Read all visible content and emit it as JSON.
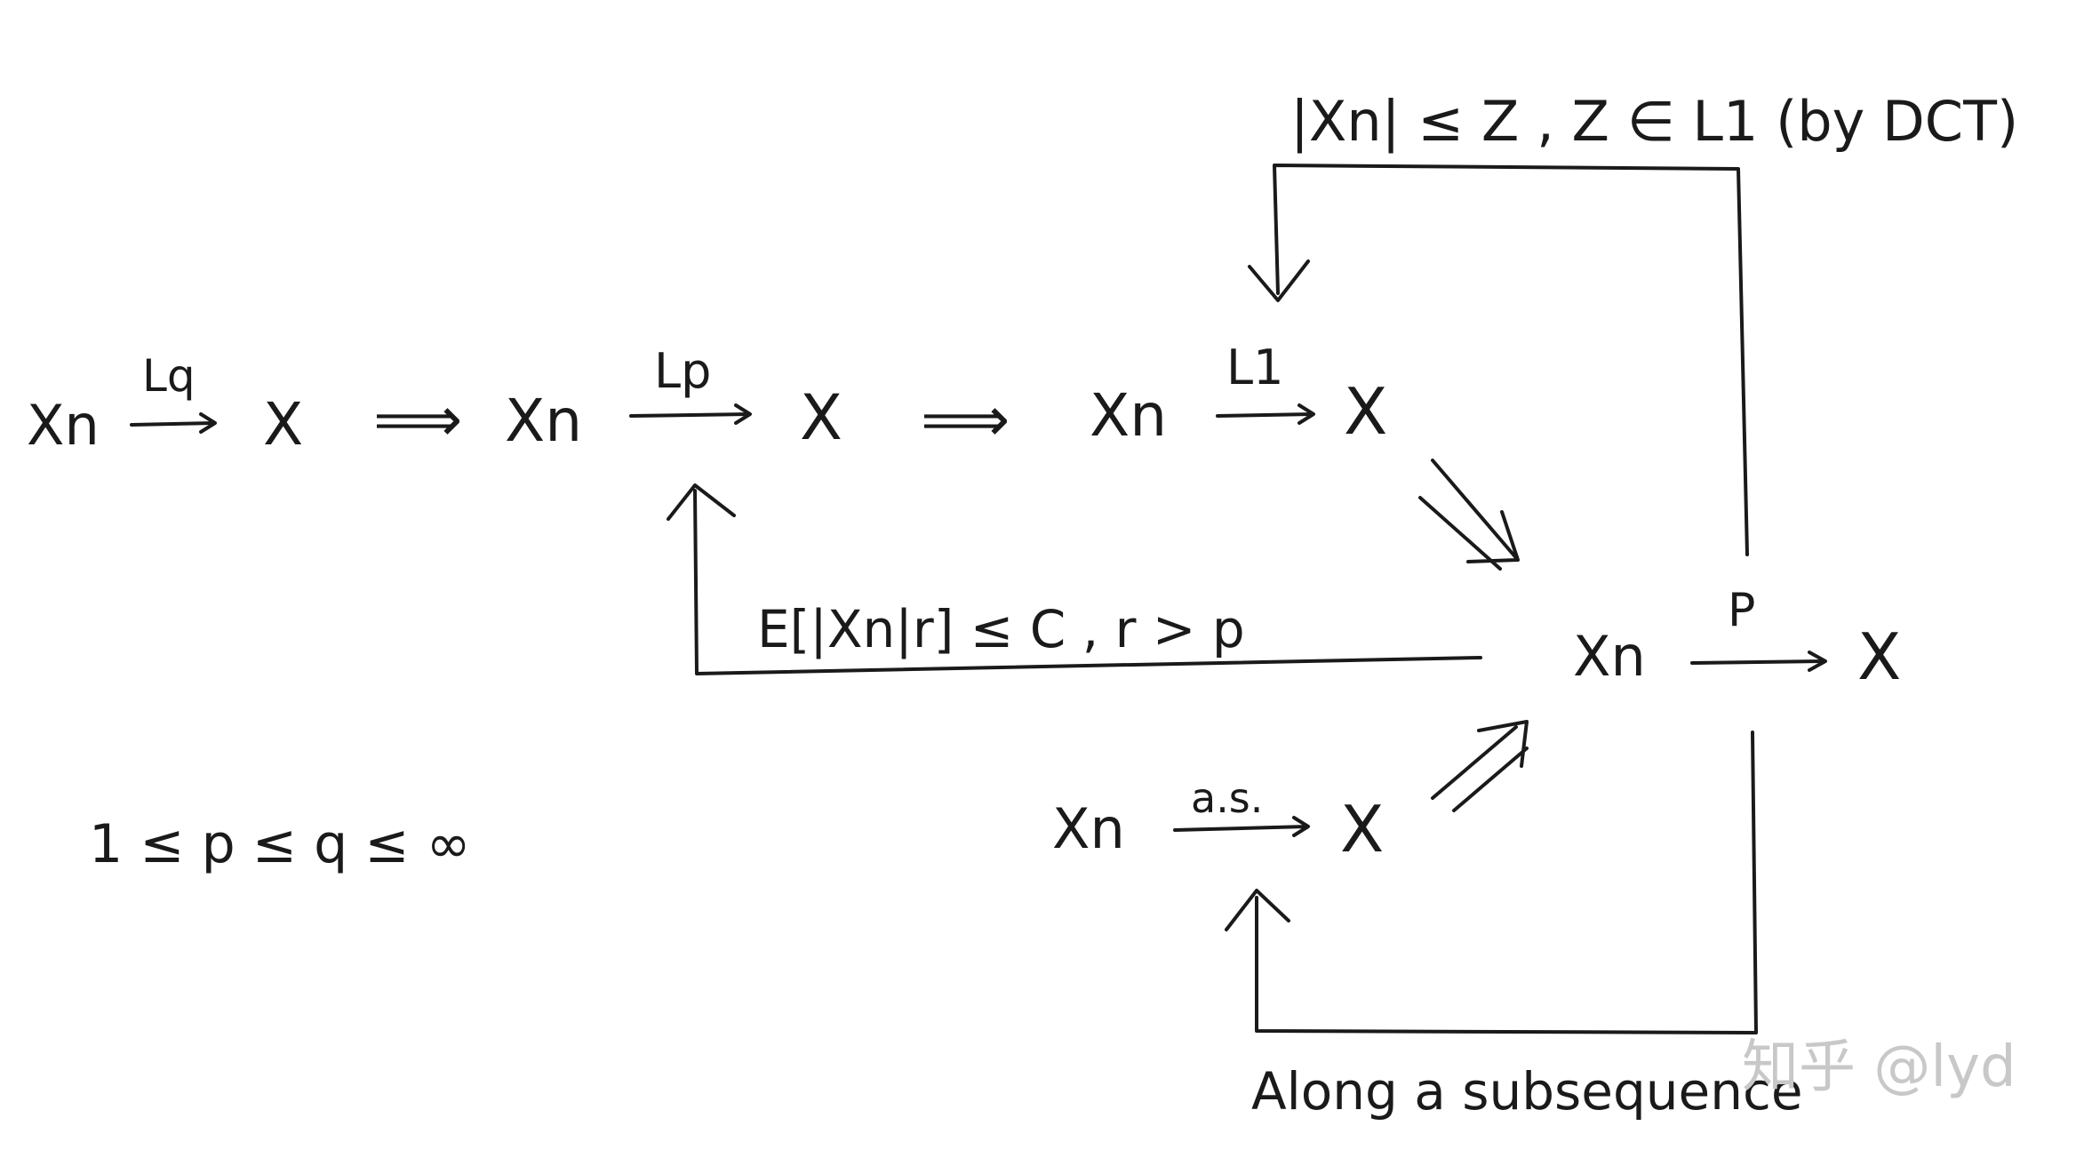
{
  "nodes": {
    "lq_src": "Xn",
    "lq_tgt": "X",
    "lp_src": "Xn",
    "lp_tgt": "X",
    "l1_src": "Xn",
    "l1_tgt": "X",
    "p_src": "Xn",
    "p_tgt": "X",
    "as_src": "Xn",
    "as_tgt": "X"
  },
  "arrow_labels": {
    "lq": "Lq",
    "lp": "Lp",
    "l1": "L1",
    "p": "P",
    "as": "a.s."
  },
  "implies": [
    "⟹",
    "⟹"
  ],
  "conditions": {
    "dct": "|Xn| ≤ Z , Z ∈ L1 (by DCT)",
    "moment": "E[|Xn|r] ≤ C , r > p",
    "subsequence": "Along a subsequence"
  },
  "range": "1 ≤ p ≤ q ≤ ∞",
  "watermark": "知乎 @lyd"
}
